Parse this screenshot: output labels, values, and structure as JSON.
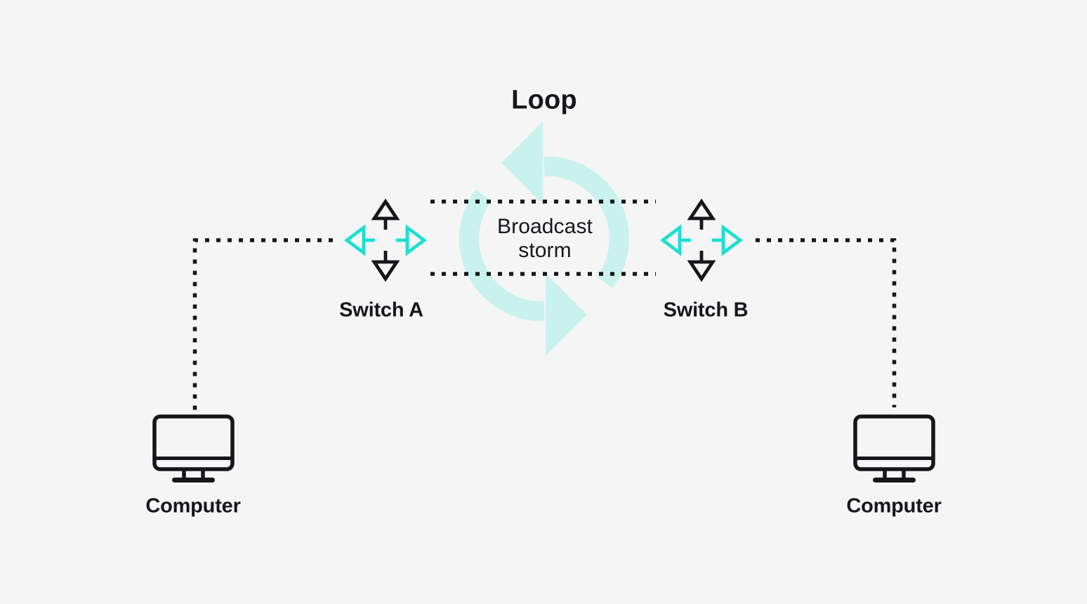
{
  "diagram": {
    "title": "Loop",
    "center_label": "Broadcast\nstorm",
    "switch_a": {
      "label": "Switch A"
    },
    "switch_b": {
      "label": "Switch B"
    },
    "computer_left": {
      "label": "Computer"
    },
    "computer_right": {
      "label": "Computer"
    },
    "icons": {
      "loop": "counterclockwise-cycle-arrows-icon",
      "switch": "four-way-arrows-switch-icon",
      "computer": "desktop-monitor-icon"
    },
    "colors": {
      "background": "#f5f5f6",
      "ink": "#15171a",
      "loop_arrow_fill": "#c9f1ee",
      "switch_accent": "#1be0d3"
    },
    "links": {
      "computer_left_to_switch_a": "dotted",
      "switch_a_to_switch_b_top": "dotted",
      "switch_a_to_switch_b_bottom": "dotted",
      "switch_b_to_computer_right": "dotted"
    }
  }
}
